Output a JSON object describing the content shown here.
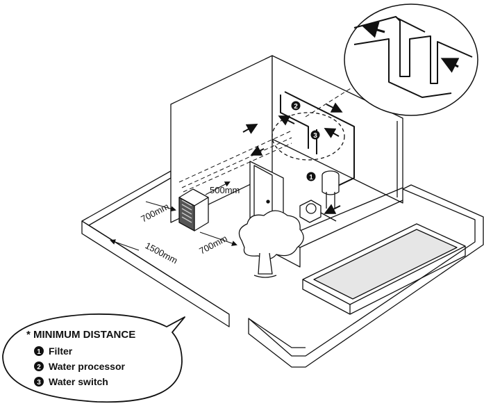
{
  "dimensions": {
    "top": "500mm",
    "left": "700mm",
    "front": "700mm",
    "far": "1500mm"
  },
  "markers": [
    "1",
    "2",
    "3"
  ],
  "legend": {
    "title": "* MINIMUM DISTANCE",
    "items": [
      {
        "num": "1",
        "label": "Filter"
      },
      {
        "num": "2",
        "label": "Water processor"
      },
      {
        "num": "3",
        "label": "Water switch"
      }
    ]
  }
}
